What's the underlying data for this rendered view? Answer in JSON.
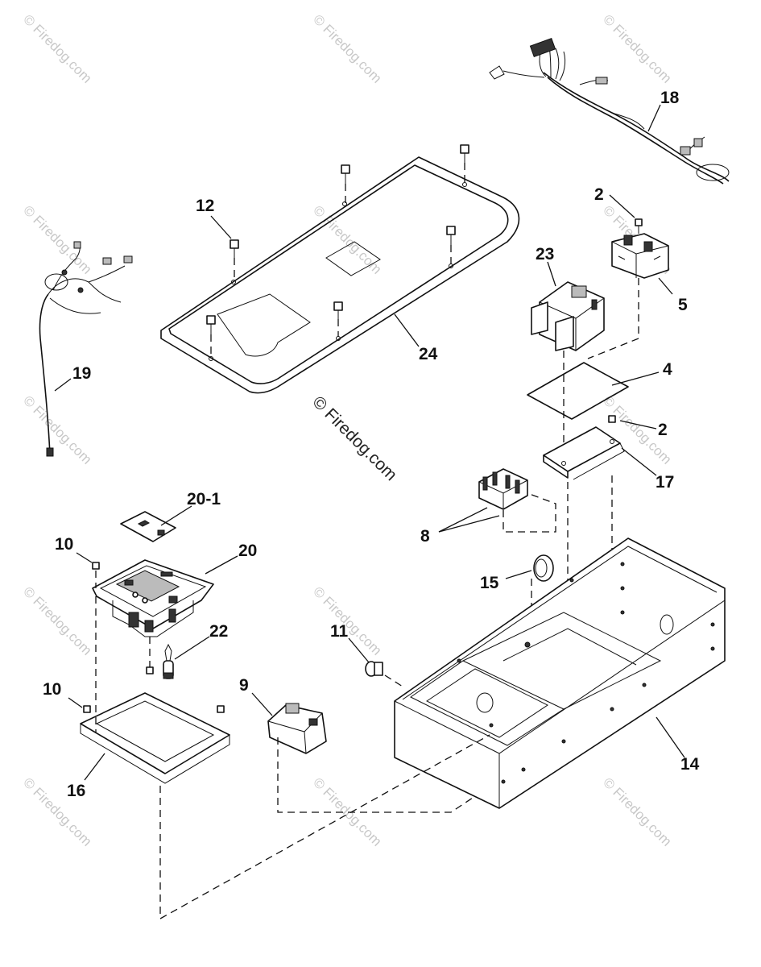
{
  "watermark": {
    "repeat_text": "© Firedog.com",
    "center_text": "© Firedog.com"
  },
  "labels": {
    "p2_top": "2",
    "p2_mid": "2",
    "p4": "4",
    "p5": "5",
    "p8": "8",
    "p9": "9",
    "p10_top": "10",
    "p10_bottom": "10",
    "p11": "11",
    "p12": "12",
    "p14": "14",
    "p15": "15",
    "p16": "16",
    "p17": "17",
    "p18": "18",
    "p19": "19",
    "p20": "20",
    "p20_1": "20-1",
    "p22": "22",
    "p23": "23",
    "p24": "24"
  }
}
